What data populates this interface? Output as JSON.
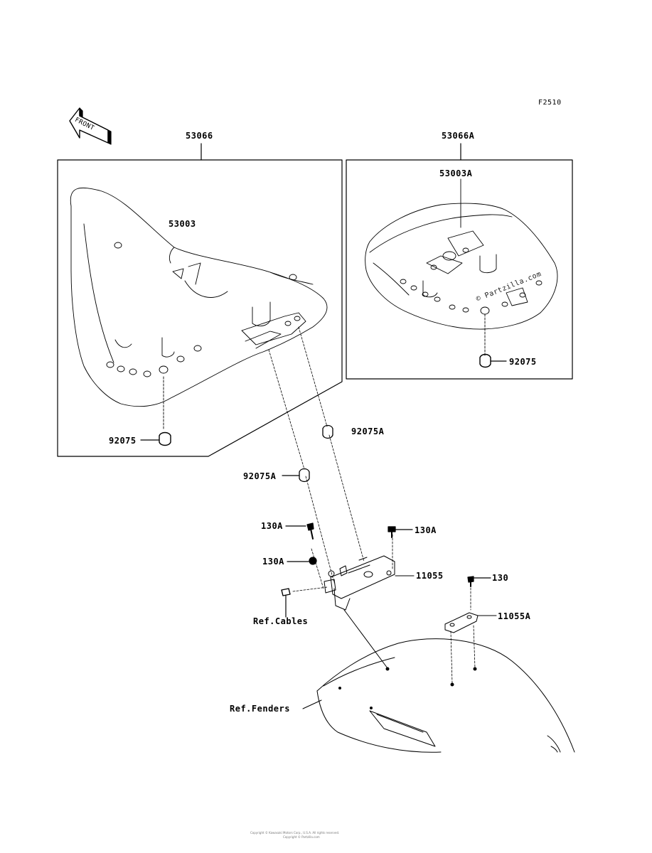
{
  "figure_code": "F2510",
  "front_label": "FRONT",
  "watermark": "© Partzilla.com",
  "left_box": {
    "assembly": "53066",
    "seat": "53003",
    "damper": "92075"
  },
  "right_box": {
    "assembly": "53066A",
    "seat": "53003A",
    "damper": "92075"
  },
  "parts": {
    "damper_upper": "92075A",
    "damper_lower": "92075A",
    "bolt_1": "130A",
    "bolt_2": "130A",
    "bolt_3": "130A",
    "bracket": "11055",
    "bolt_rear": "130",
    "bracket_rear": "11055A",
    "ref_cables": "Ref.Cables",
    "ref_fenders": "Ref.Fenders"
  },
  "footer": {
    "line1": "Copyright © Kawasaki Motors Corp., U.S.A. All rights reserved.",
    "line2": "Copyright © Partzilla.com"
  }
}
